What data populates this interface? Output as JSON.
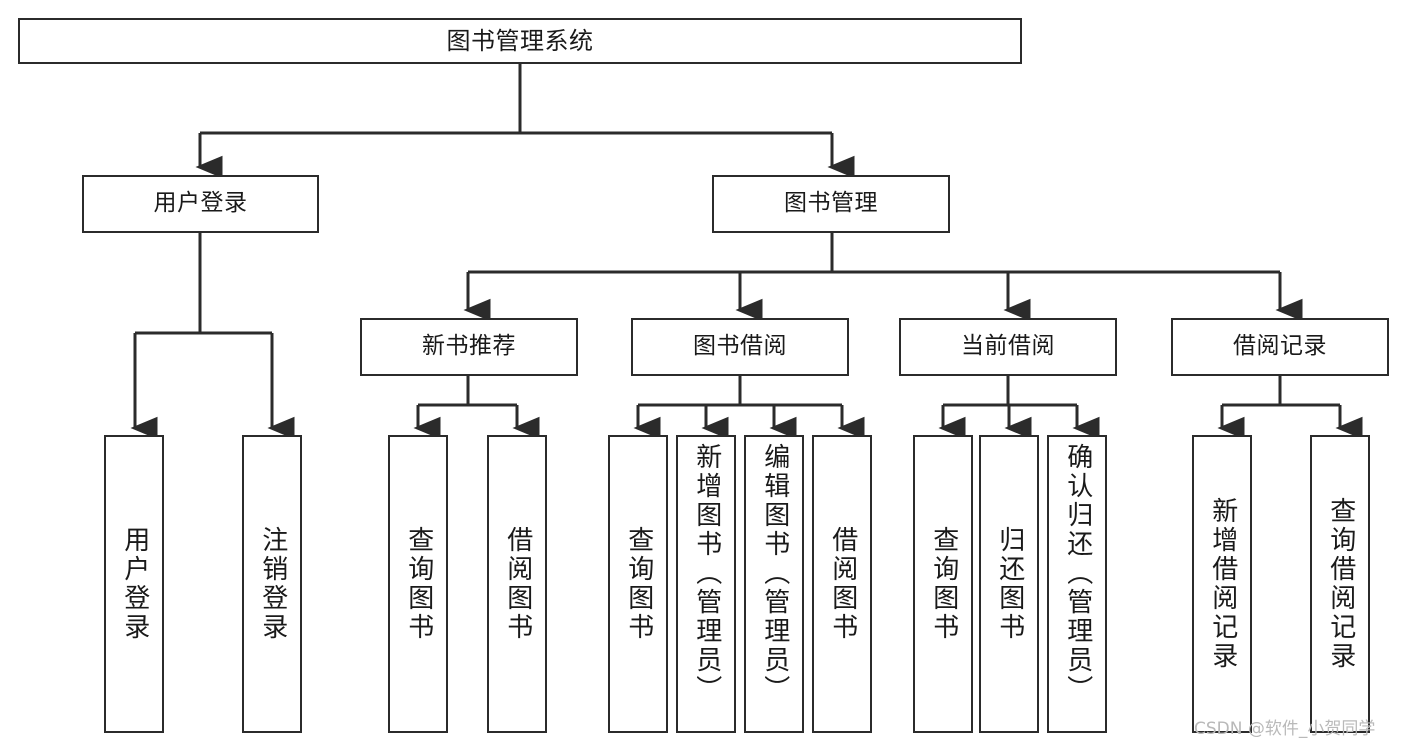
{
  "diagram": {
    "title": "图书管理系统",
    "type": "function-structure-tree",
    "root": {
      "id": "root",
      "label": "图书管理系统"
    },
    "level1": [
      {
        "id": "user-login",
        "label": "用户登录"
      },
      {
        "id": "book-manage",
        "label": "图书管理"
      }
    ],
    "level2": [
      {
        "id": "new-book-recommend",
        "label": "新书推荐",
        "parent": "book-manage"
      },
      {
        "id": "book-borrow",
        "label": "图书借阅",
        "parent": "book-manage"
      },
      {
        "id": "current-borrow",
        "label": "当前借阅",
        "parent": "book-manage"
      },
      {
        "id": "borrow-record",
        "label": "借阅记录",
        "parent": "book-manage"
      }
    ],
    "leaves": [
      {
        "id": "leaf-user-login",
        "label": "用户登录",
        "parent": "user-login"
      },
      {
        "id": "leaf-user-logout",
        "label": "注销登录",
        "parent": "user-login"
      },
      {
        "id": "leaf-query-book-1",
        "label": "查询图书",
        "parent": "new-book-recommend"
      },
      {
        "id": "leaf-borrow-book-1",
        "label": "借阅图书",
        "parent": "new-book-recommend"
      },
      {
        "id": "leaf-query-book-2",
        "label": "查询图书",
        "parent": "book-borrow"
      },
      {
        "id": "leaf-add-book",
        "label": "新增图书（管理员）",
        "parent": "book-borrow"
      },
      {
        "id": "leaf-edit-book",
        "label": "编辑图书（管理员）",
        "parent": "book-borrow"
      },
      {
        "id": "leaf-borrow-book-2",
        "label": "借阅图书",
        "parent": "book-borrow"
      },
      {
        "id": "leaf-query-book-3",
        "label": "查询图书",
        "parent": "current-borrow"
      },
      {
        "id": "leaf-return-book",
        "label": "归还图书",
        "parent": "current-borrow"
      },
      {
        "id": "leaf-confirm-return",
        "label": "确认归还（管理员）",
        "parent": "current-borrow"
      },
      {
        "id": "leaf-add-record",
        "label": "新增借阅记录",
        "parent": "borrow-record"
      },
      {
        "id": "leaf-query-record",
        "label": "查询借阅记录",
        "parent": "borrow-record"
      }
    ],
    "watermark": "CSDN @软件_小贺同学",
    "colors": {
      "stroke": "#2b2b2b",
      "fill": "#ffffff",
      "text": "#1a1a1a",
      "watermark": "#b9b9b9"
    }
  }
}
